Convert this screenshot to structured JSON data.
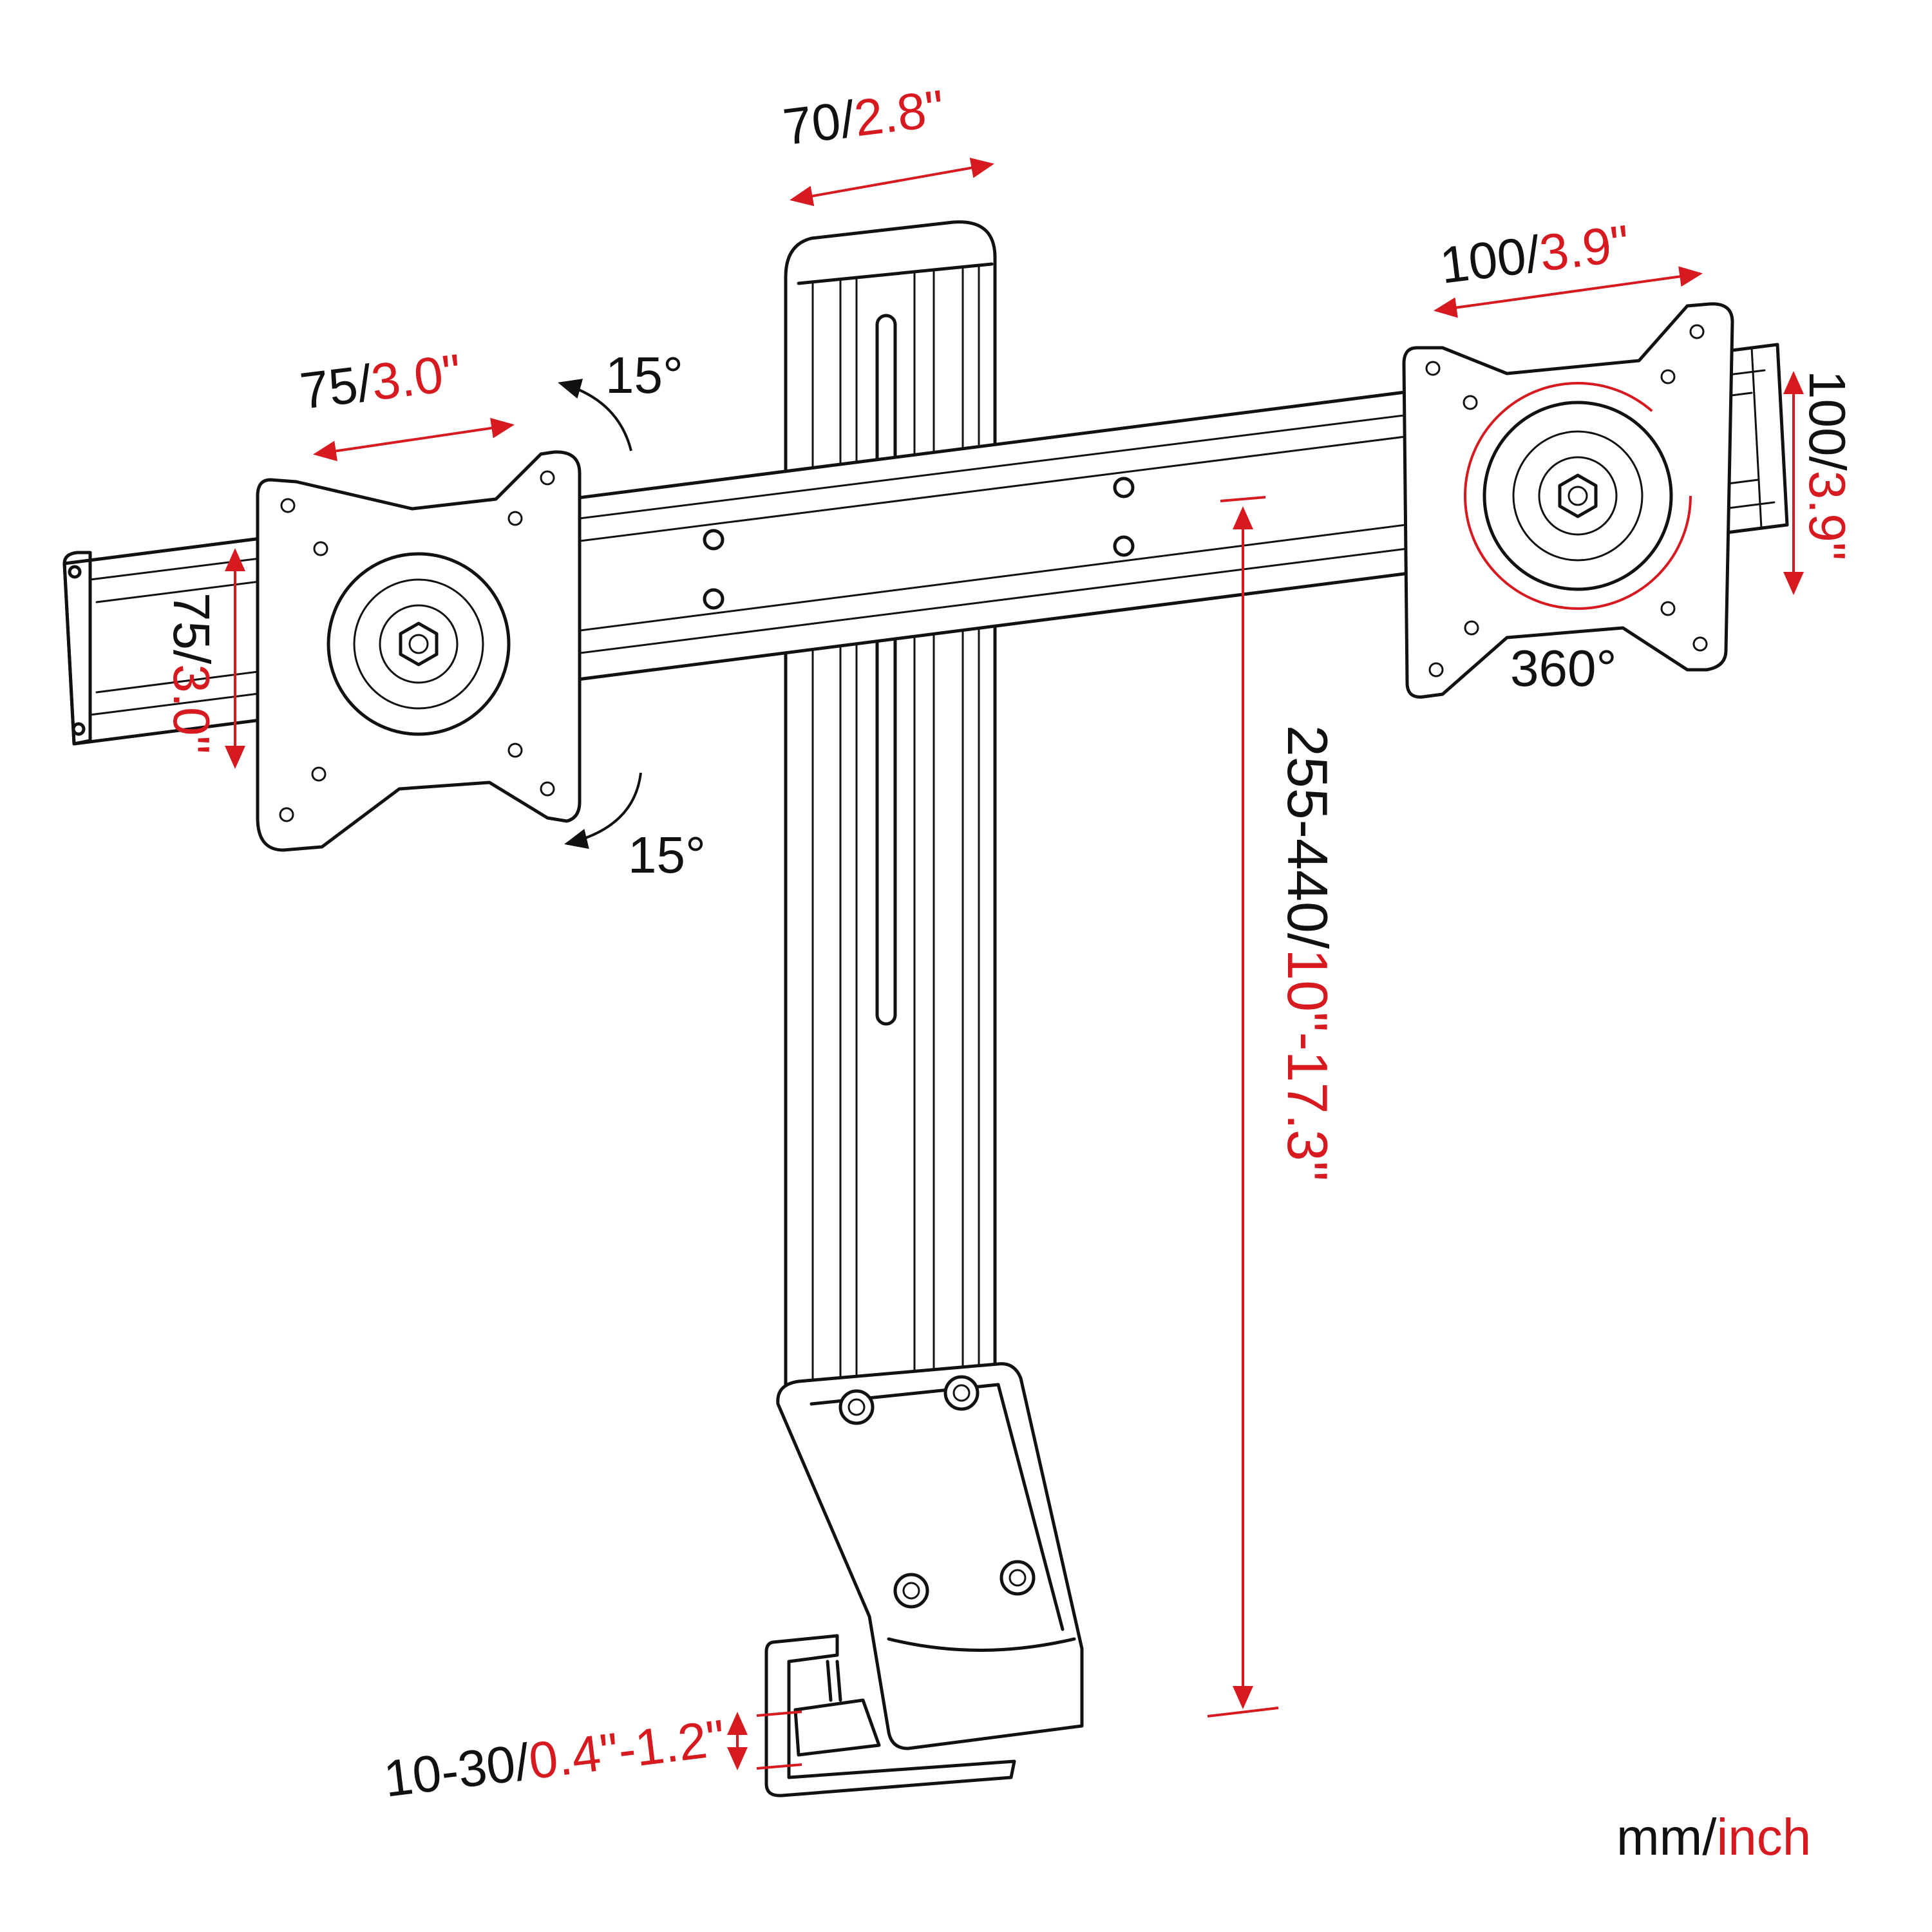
{
  "dimensions": {
    "top_width": {
      "mm": "70/",
      "inch": "2.8\""
    },
    "left_vesa_h": {
      "mm": "75/",
      "inch": "3.0\""
    },
    "left_vesa_v": {
      "mm": "75/",
      "inch": "3.0\""
    },
    "right_vesa_h": {
      "mm": "100/",
      "inch": "3.9\""
    },
    "right_vesa_v": {
      "mm": "100/",
      "inch": "3.9\""
    },
    "height_range": {
      "mm": "255-440/",
      "inch": "10\"-17.3\""
    },
    "clamp_range": {
      "mm": "10-30/",
      "inch": "0.4\"-1.2\""
    }
  },
  "angles": {
    "tilt_up": "15°",
    "tilt_down": "15°",
    "rotation": "360°"
  },
  "units": {
    "mm": "mm/",
    "inch": "inch"
  },
  "colors": {
    "accent": "#d71920",
    "line": "#111111"
  }
}
